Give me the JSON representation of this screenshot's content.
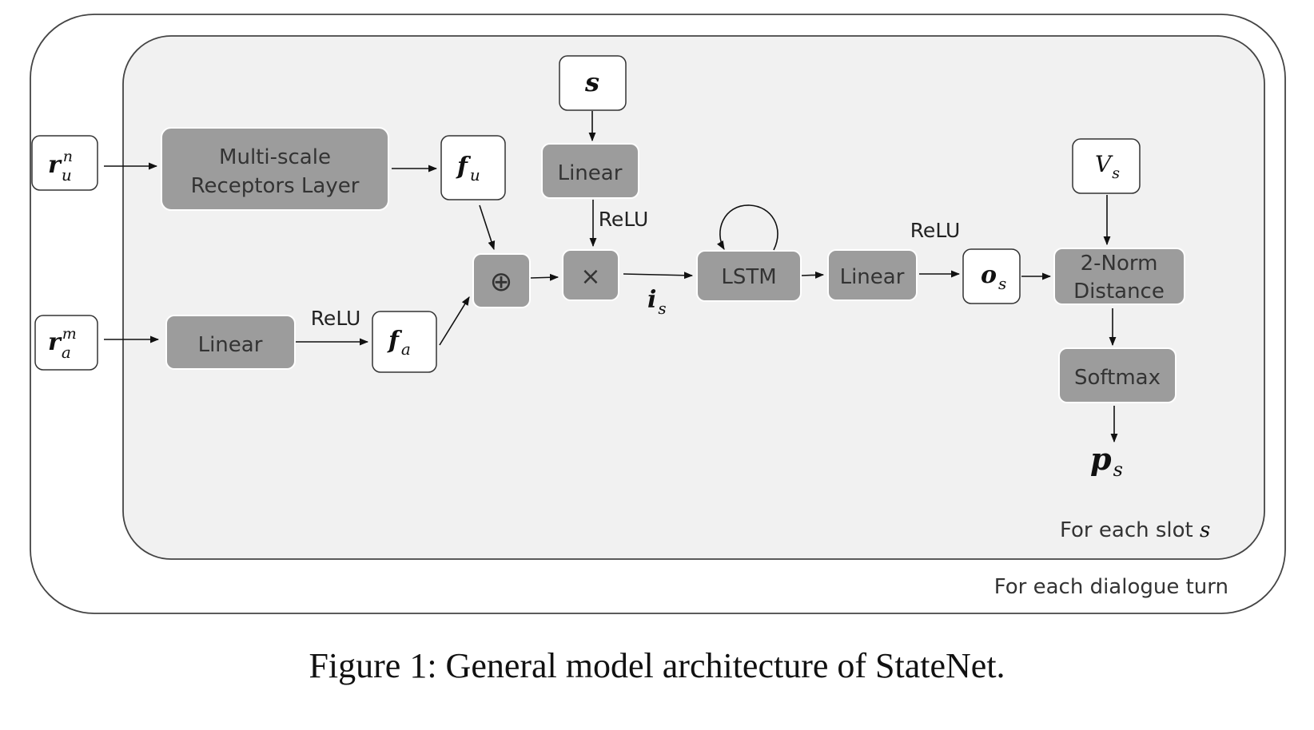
{
  "diagram": {
    "inputs": {
      "r_u": {
        "base": "r",
        "sub": "u",
        "sup": "n"
      },
      "r_a": {
        "base": "r",
        "sub": "a",
        "sup": "m"
      }
    },
    "nodes": {
      "multiscale": [
        "Multi-scale",
        "Receptors Layer"
      ],
      "linear_a": "Linear",
      "f_u": {
        "base": "f",
        "sub": "u"
      },
      "f_a": {
        "base": "f",
        "sub": "a"
      },
      "oplus": "⊕",
      "times": "×",
      "s": "s",
      "linear_s": "Linear",
      "lstm": "LSTM",
      "linear_o": "Linear",
      "o_s": {
        "base": "o",
        "sub": "s"
      },
      "v_s": {
        "base": "V",
        "sub": "s"
      },
      "norm": [
        "2-Norm",
        "Distance"
      ],
      "softmax": "Softmax"
    },
    "edge_labels": {
      "relu_a": "ReLU",
      "relu_s": "ReLU",
      "relu_o": "ReLU",
      "i_s": {
        "base": "i",
        "sub": "s"
      }
    },
    "output": {
      "base": "p",
      "sub": "s"
    },
    "inner_frame_label": {
      "text": "For each slot ",
      "var": "s"
    },
    "outer_frame_label": "For each dialogue turn"
  },
  "caption": "Figure 1: General model architecture of StateNet."
}
